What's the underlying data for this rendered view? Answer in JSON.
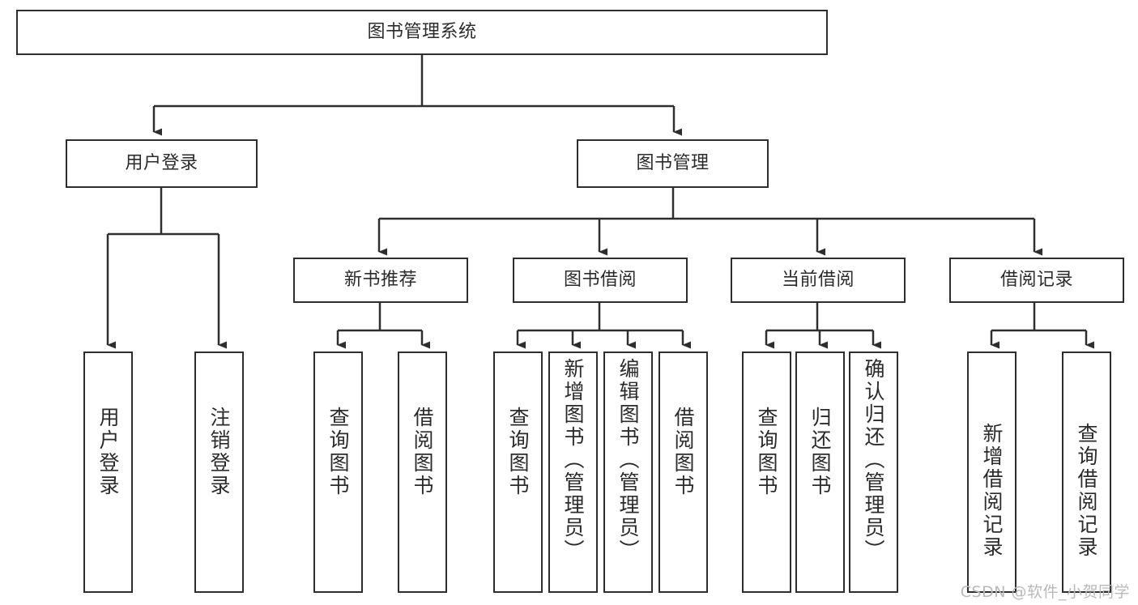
{
  "diagram": {
    "title": "图书管理系统",
    "type": "tree-hierarchy-diagram",
    "root": {
      "id": "root",
      "label": "图书管理系统"
    },
    "level2": [
      {
        "id": "user-login",
        "label": "用户登录"
      },
      {
        "id": "book-manage",
        "label": "图书管理"
      }
    ],
    "level3": [
      {
        "id": "new-book-rec",
        "label": "新书推荐"
      },
      {
        "id": "book-borrow",
        "label": "图书借阅"
      },
      {
        "id": "current-borrow",
        "label": "当前借阅"
      },
      {
        "id": "borrow-record",
        "label": "借阅记录"
      }
    ],
    "leaves": {
      "user_login": [
        {
          "id": "leaf-user-login",
          "label": "用户登录"
        },
        {
          "id": "leaf-logout",
          "label": "注销登录"
        }
      ],
      "new_book_rec": [
        {
          "id": "leaf-query-book-1",
          "label": "查询图书"
        },
        {
          "id": "leaf-borrow-book-1",
          "label": "借阅图书"
        }
      ],
      "book_borrow": [
        {
          "id": "leaf-query-book-2",
          "label": "查询图书"
        },
        {
          "id": "leaf-add-book",
          "label": "新增图书（管理员）"
        },
        {
          "id": "leaf-edit-book",
          "label": "编辑图书（管理员）"
        },
        {
          "id": "leaf-borrow-book-2",
          "label": "借阅图书"
        }
      ],
      "current_borrow": [
        {
          "id": "leaf-query-book-3",
          "label": "查询图书"
        },
        {
          "id": "leaf-return-book",
          "label": "归还图书"
        },
        {
          "id": "leaf-confirm-return",
          "label": "确认归还（管理员）"
        }
      ],
      "borrow_record": [
        {
          "id": "leaf-add-record",
          "label": "新增借阅记录"
        },
        {
          "id": "leaf-query-record",
          "label": "查询借阅记录"
        }
      ]
    }
  },
  "watermark": {
    "text": "CSDN @软件_小贺同学"
  },
  "colors": {
    "stroke": "#2e2e2e",
    "background": "#ffffff",
    "text": "#2b2b2b",
    "watermark": "#b9b9b9"
  }
}
